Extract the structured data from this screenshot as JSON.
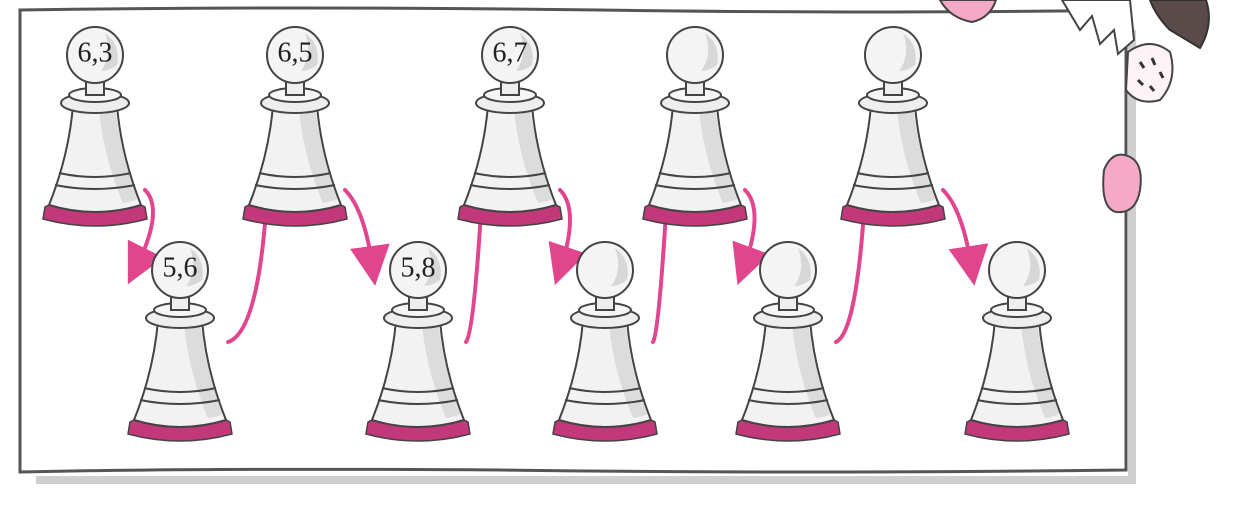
{
  "puzzle": {
    "colors": {
      "frame": "#555555",
      "shadow": "#cfcfcf",
      "arrow": "#e0458e",
      "pawn_fill": "#f2f2f2",
      "pawn_shade": "#bdbdbd",
      "pawn_base": "#c2387a",
      "outline": "#444444"
    },
    "sequence": [
      {
        "row": "top",
        "label": "6,3"
      },
      {
        "row": "bottom",
        "label": "5,6"
      },
      {
        "row": "top",
        "label": "6,5"
      },
      {
        "row": "bottom",
        "label": "5,8"
      },
      {
        "row": "top",
        "label": "6,7"
      },
      {
        "row": "bottom",
        "label": ""
      },
      {
        "row": "top",
        "label": ""
      },
      {
        "row": "bottom",
        "label": ""
      },
      {
        "row": "top",
        "label": ""
      },
      {
        "row": "bottom",
        "label": ""
      }
    ]
  }
}
